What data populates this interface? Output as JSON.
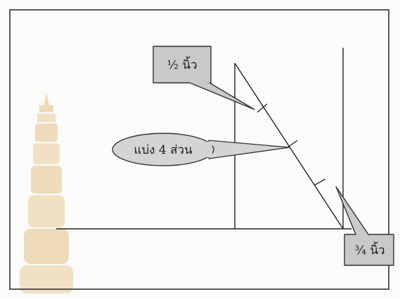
{
  "diagram": {
    "callouts": {
      "half_inch": "½ นิ้ว",
      "divide_four": "แบ่ง 4 ส่วน",
      "three_quarter_inch": "¾ นิ้ว"
    },
    "colors": {
      "frame": "#333333",
      "line": "#222222",
      "callout_fill": "#c9c9c9",
      "callout_stroke": "#333333",
      "oval_fill": "#d4d4d4",
      "watermark": "#d6a24a",
      "background": "#fbfbf9"
    },
    "watermark_icon": "temple-spire-watermark-icon"
  }
}
